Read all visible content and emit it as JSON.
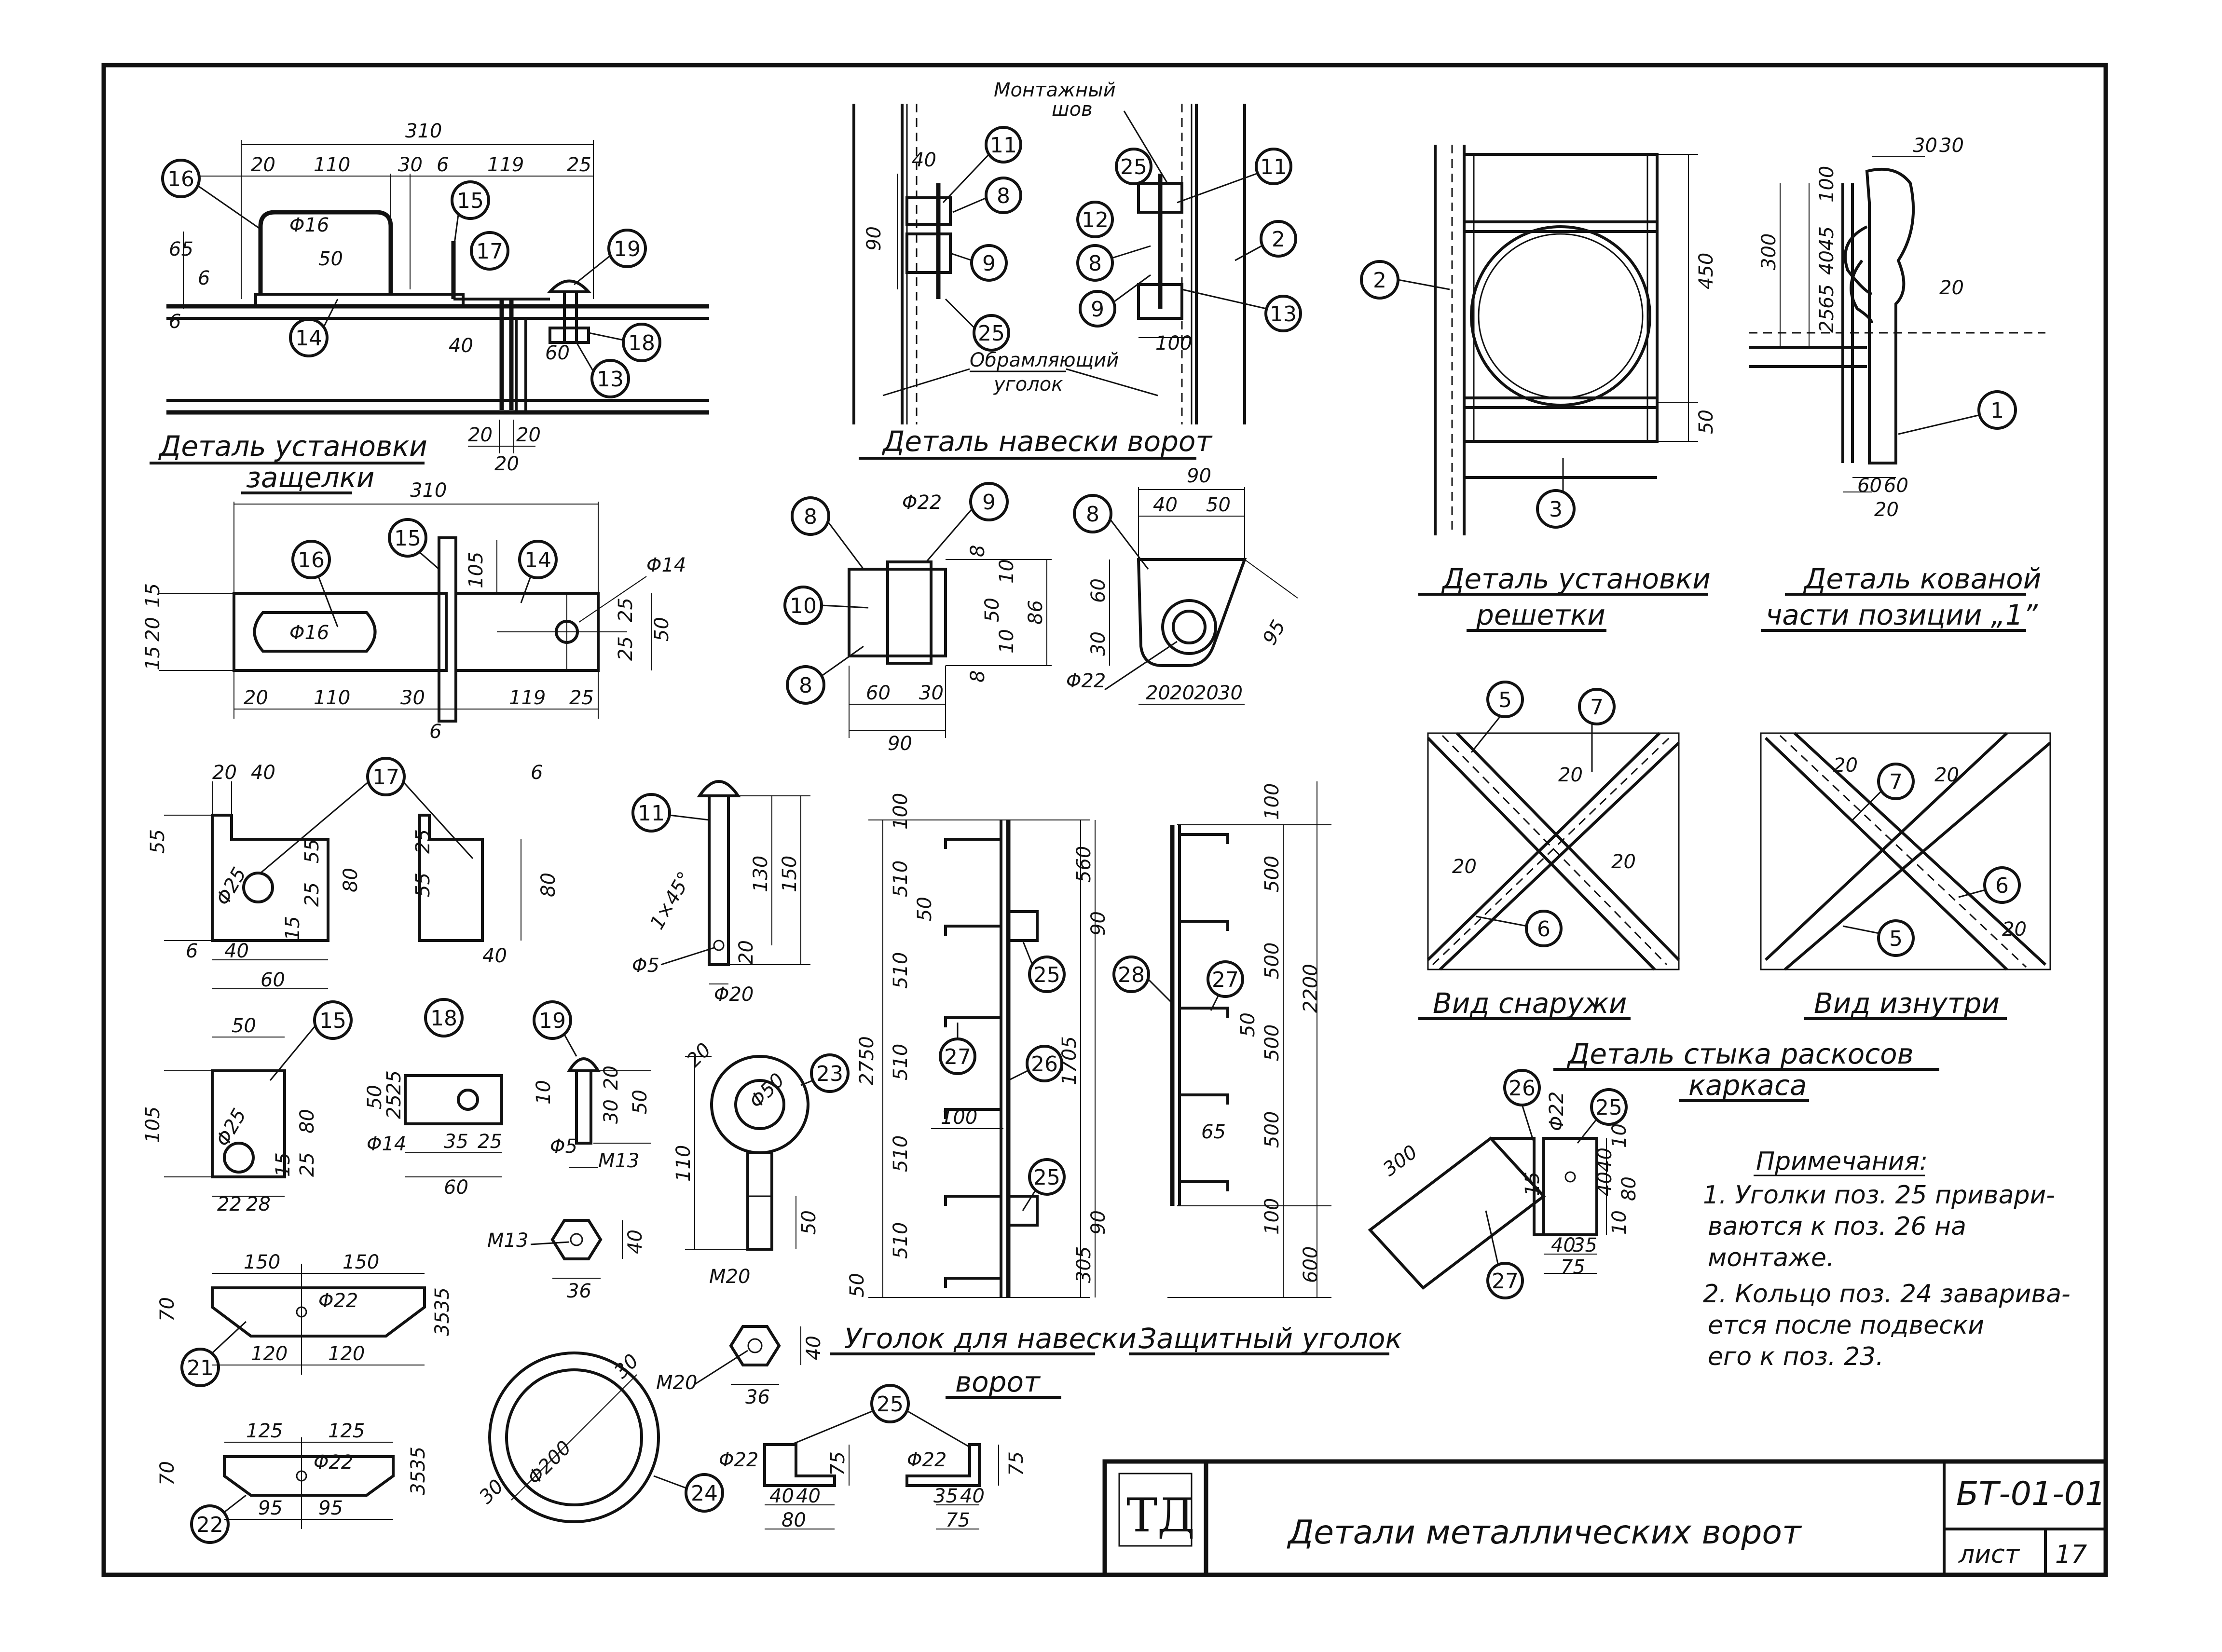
{
  "colors": {
    "ink": "#111111",
    "paper": "#ffffff"
  },
  "views": {
    "latch_install": {
      "caption_line1": "Деталь установки",
      "caption_line2": "защелки",
      "dims": [
        "310",
        "20",
        "110",
        "30",
        "6",
        "119",
        "25",
        "Φ16",
        "65",
        "6",
        "50",
        "6",
        "40",
        "60",
        "20",
        "20",
        "20"
      ],
      "positions": [
        "16",
        "15",
        "17",
        "19",
        "14",
        "18",
        "13"
      ]
    },
    "latch_plan": {
      "dims": [
        "310",
        "105",
        "Φ14",
        "15",
        "20",
        "15",
        "25",
        "25",
        "50",
        "20",
        "110",
        "30",
        "119",
        "25",
        "6"
      ],
      "positions": [
        "16",
        "15",
        "14"
      ],
      "slot_label": "Φ16"
    },
    "hinge_install": {
      "caption": "Деталь навески ворот",
      "weld_label_line1": "Монтажный",
      "weld_label_line2": "шов",
      "frame_label_line1": "Обрамляющий",
      "frame_label_line2": "уголок",
      "dims": [
        "40",
        "90",
        "100"
      ],
      "positions": [
        "11",
        "8",
        "9",
        "25",
        "25",
        "12",
        "11",
        "8",
        "9",
        "2",
        "13"
      ]
    },
    "hinge_detail": {
      "dims": [
        "Φ22",
        "8",
        "8",
        "10",
        "50",
        "10",
        "86",
        "60",
        "30",
        "90"
      ],
      "positions": [
        "8",
        "9",
        "10",
        "8"
      ]
    },
    "hinge_plate": {
      "dims": [
        "90",
        "40",
        "50",
        "60",
        "30",
        "95",
        "Φ22",
        "20",
        "20",
        "20",
        "30"
      ],
      "positions": [
        "8"
      ]
    },
    "grille_install": {
      "caption_line1": "Деталь установки",
      "caption_line2": "решетки",
      "dims": [
        "450",
        "50"
      ],
      "positions": [
        "2",
        "3"
      ]
    },
    "forged_part": {
      "caption_line1": "Деталь кованой",
      "caption_line2": "части позиции „1”",
      "dims": [
        "30",
        "30",
        "100",
        "300",
        "45",
        "40",
        "65",
        "25",
        "20",
        "60",
        "60",
        "20"
      ],
      "positions": [
        "1"
      ]
    },
    "brace_joint": {
      "caption_line1": "Деталь стыка раскосов",
      "caption_line2": "каркаса",
      "outside_caption": "Вид снаружи",
      "inside_caption": "Вид изнутри",
      "outside_dims": [
        "20",
        "20",
        "20"
      ],
      "outside_positions": [
        "5",
        "7",
        "6"
      ],
      "inside_dims": [
        "20",
        "20",
        "20"
      ],
      "inside_positions": [
        "7",
        "6",
        "5"
      ]
    },
    "part17": {
      "dims": [
        "20",
        "40",
        "55",
        "55",
        "80",
        "Φ25",
        "25",
        "15",
        "6",
        "40",
        "60",
        "6",
        "25",
        "55",
        "80",
        "40"
      ],
      "positions": [
        "17"
      ]
    },
    "part11": {
      "dims": [
        "130",
        "150",
        "1×45°",
        "20",
        "Φ5",
        "Φ20"
      ],
      "positions": [
        "11"
      ]
    },
    "hinge_angle": {
      "caption_line1": "Уголок для навески",
      "caption_line2": "ворот",
      "dims": [
        "100",
        "510",
        "510",
        "510",
        "510",
        "510",
        "50",
        "2750",
        "560",
        "90",
        "1705",
        "100",
        "305",
        "90",
        "50"
      ],
      "positions": [
        "25",
        "27",
        "26",
        "25"
      ]
    },
    "protective_angle": {
      "caption": "Защитный уголок",
      "dims": [
        "100",
        "500",
        "500",
        "500",
        "500",
        "100",
        "2200",
        "600",
        "50",
        "65"
      ],
      "positions": [
        "28",
        "27"
      ]
    },
    "part15": {
      "dims": [
        "50",
        "105",
        "80",
        "Φ25",
        "15",
        "25",
        "22",
        "28"
      ],
      "positions": [
        "15"
      ]
    },
    "part18": {
      "dims": [
        "50",
        "25",
        "25",
        "Φ14",
        "35",
        "25",
        "60"
      ],
      "positions": [
        "18"
      ]
    },
    "part19": {
      "dims": [
        "10",
        "20",
        "30",
        "50",
        "Φ5",
        "M13"
      ],
      "positions": [
        "19"
      ]
    },
    "part23": {
      "dims": [
        "20",
        "Φ50",
        "110",
        "50",
        "M20"
      ],
      "positions": [
        "23"
      ]
    },
    "nut13": {
      "label": "M13",
      "dims": [
        "40",
        "36"
      ]
    },
    "nut20": {
      "label": "M20",
      "dims": [
        "40",
        "36"
      ]
    },
    "part21": {
      "dims": [
        "150",
        "150",
        "Φ22",
        "70",
        "35",
        "35",
        "120",
        "120"
      ],
      "positions": [
        "21"
      ]
    },
    "part22": {
      "dims": [
        "125",
        "125",
        "Φ22",
        "70",
        "35",
        "35",
        "95",
        "95"
      ],
      "positions": [
        "22"
      ]
    },
    "ring24": {
      "dims": [
        "30",
        "Φ200",
        "30"
      ],
      "positions": [
        "24"
      ]
    },
    "angle25": {
      "dims": [
        "Φ22",
        "75",
        "40",
        "40",
        "80",
        "Φ22",
        "75",
        "35",
        "40",
        "75"
      ],
      "positions": [
        "25"
      ]
    },
    "brace_end": {
      "dims": [
        "300",
        "Φ22",
        "10",
        "40",
        "40",
        "80",
        "10",
        "15",
        "40",
        "35",
        "75"
      ],
      "positions": [
        "26",
        "25",
        "27"
      ]
    }
  },
  "notes": {
    "title": "Примечания:",
    "lines": [
      "1. Уголки поз. 25 привари-",
      "ваются к поз. 26 на",
      "монтаже.",
      "2. Кольцо поз. 24 заварива-",
      "ется после подвески",
      "его к поз. 23."
    ]
  },
  "title_block": {
    "org": "ТД",
    "title": "Детали металлических ворот",
    "code": "БТ-01-01",
    "sheet_label": "лист",
    "sheet_number": "17"
  }
}
